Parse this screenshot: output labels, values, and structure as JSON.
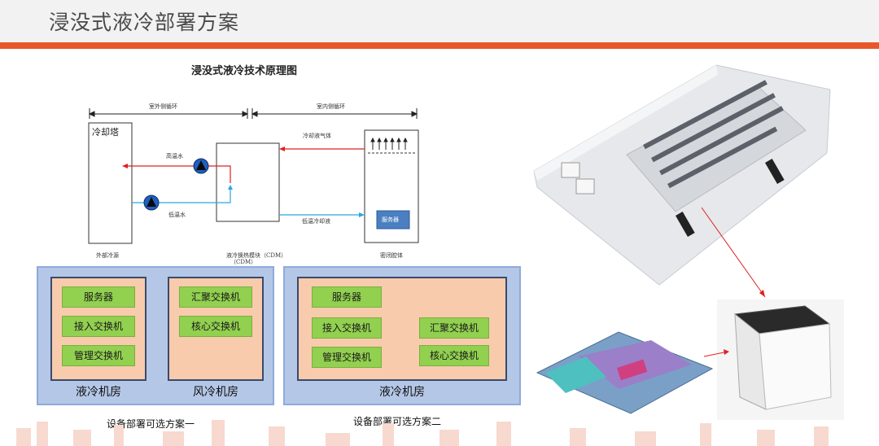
{
  "header": {
    "title": "浸没式液冷部署方案"
  },
  "diagram": {
    "title": "浸没式液冷技术原理图",
    "outdoor_loop": "室外侧循环",
    "indoor_loop": "室内侧循环",
    "cooling_tower": "冷却塔",
    "high_temp_water": "高温水",
    "low_temp_water": "低温水",
    "vapor": "冷却液气体",
    "low_temp_coolant": "低温冷却液",
    "server": "服务器",
    "external_cooling": "外部冷源",
    "cdm_line1": "液冷换热模块（CDM）",
    "cdm_line2": "（CDM）",
    "sealed_tank": "密闭腔体"
  },
  "scheme1": {
    "caption": "设备部署可选方案一",
    "liquid_room": {
      "name": "液冷机房",
      "items": [
        "服务器",
        "接入交换机",
        "管理交换机"
      ]
    },
    "air_room": {
      "name": "风冷机房",
      "items": [
        "汇聚交换机",
        "核心交换机"
      ]
    }
  },
  "scheme2": {
    "caption": "设备部署可选方案二",
    "liquid_room": {
      "name": "液冷机房",
      "items_left": [
        "服务器",
        "接入交换机",
        "管理交换机"
      ],
      "items_right": [
        "汇聚交换机",
        "核心交换机"
      ]
    }
  },
  "colors": {
    "accent": "#e8572a",
    "green": "#92d050",
    "room": "#f8cbad",
    "scheme": "#b4c7e7",
    "hot": "#e02020",
    "cold": "#29a8e0"
  },
  "icons": [
    "pump-icon",
    "arrow-icon"
  ]
}
